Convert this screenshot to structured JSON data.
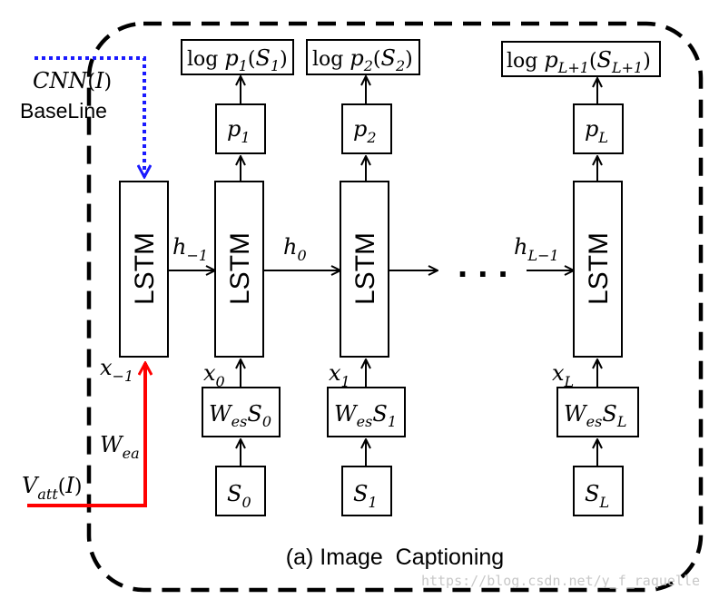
{
  "caption": "(a) Image  Captioning",
  "watermark": "https://blog.csdn.net/y_f_raquelle",
  "colors": {
    "cnn_path": "#1a1aff",
    "att_path": "#ff0000",
    "frame": "#000000"
  },
  "cnn": {
    "label": "CNN(I)",
    "baseline": "BaseLine"
  },
  "attention": {
    "input_label": "V_att(I)",
    "weight_label": "W_ea"
  },
  "lstm_label": "LSTM",
  "hidden": [
    "h_{-1}",
    "h_0",
    "h_{L-1}"
  ],
  "inputs_x": [
    "x_{-1}",
    "x_0",
    "x_1",
    "x_L"
  ],
  "embed": [
    "W_es S_0",
    "W_es S_1",
    "W_es S_L"
  ],
  "tokens": [
    "S_0",
    "S_1",
    "S_L"
  ],
  "probs": [
    "p_1",
    "p_2",
    "p_L"
  ],
  "logprobs": [
    "log p_1(S_1)",
    "log p_2(S_2)",
    "log p_{L+1}(S_{L+1})"
  ],
  "ellipsis": ". . ."
}
